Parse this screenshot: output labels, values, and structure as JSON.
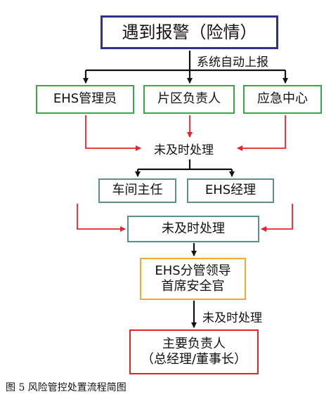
{
  "nodes": {
    "alarm": "遇到报警（险情）",
    "auto_report": "系统自动上报",
    "ehs_admin": "EHS管理员",
    "area_lead": "片区负责人",
    "emergency_center": "应急中心",
    "not_timely_1": "未及时处理",
    "workshop_director": "车间主任",
    "ehs_manager": "EHS经理",
    "not_timely_2": "未及时处理",
    "ehs_leader_line1": "EHS分管领导",
    "ehs_leader_line2": "首席安全官",
    "not_timely_3": "未及时处理",
    "top_lead_line1": "主要负责人",
    "top_lead_line2": "（总经理/董事长）"
  },
  "caption": "图 5  风险管控处置流程简图",
  "colors": {
    "purple": "#2e3191",
    "green": "#3aa54a",
    "teal": "#5a8f8a",
    "orange": "#f0a830",
    "red": "#e3252b",
    "arrow_black": "#111111",
    "arrow_red": "#e3252b"
  }
}
